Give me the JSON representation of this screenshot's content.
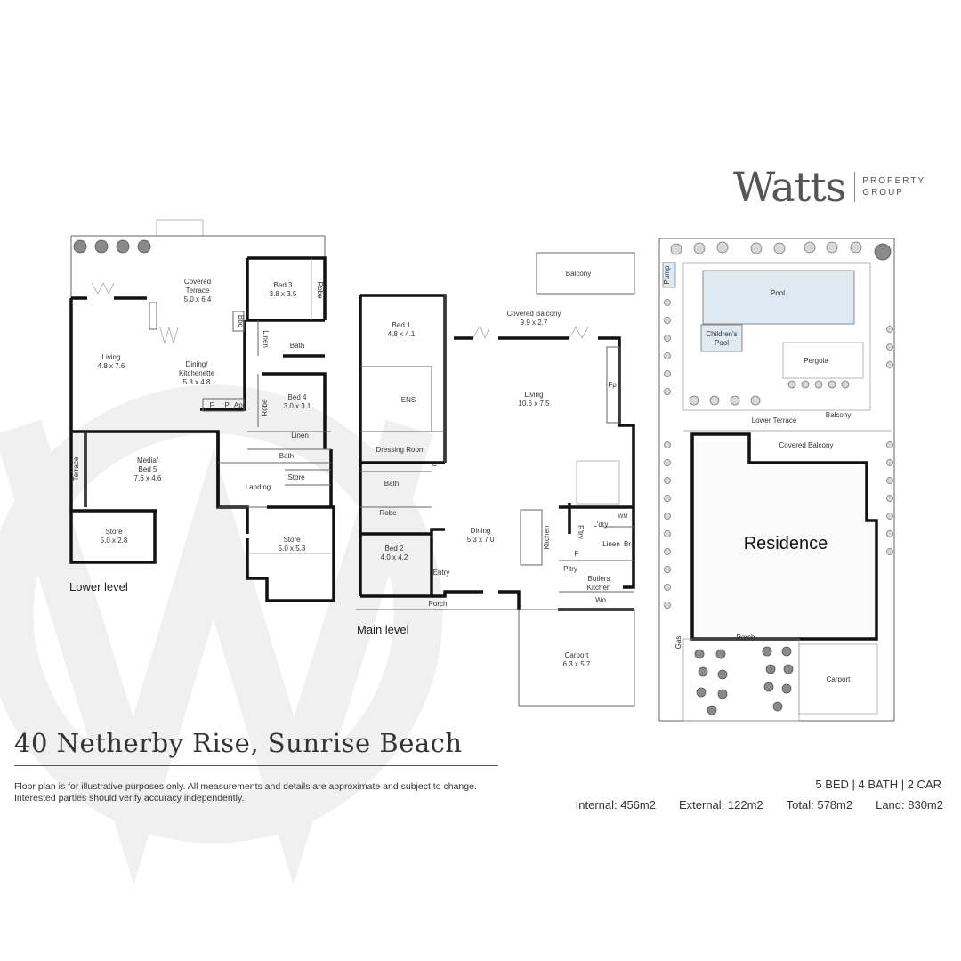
{
  "brand": {
    "name": "Watts",
    "sub_line1": "PROPERTY",
    "sub_line2": "GROUP"
  },
  "title": "40 Netherby Rise, Sunrise Beach",
  "disclaimer": {
    "line1": "Floor plan is for illustrative purposes only. All measurements and details are approximate and subject to change.",
    "line2": "Interested parties should verify accuracy independently."
  },
  "summary": "5 BED | 4  BATH | 2 CAR",
  "areas": {
    "internal": "Internal: 456m2",
    "external": "External: 122m2",
    "total": "Total: 578m2",
    "land": "Land: 830m2"
  },
  "levels": {
    "lower_label": "Lower level",
    "main_label": "Main level"
  },
  "lower_rooms": {
    "covered_terrace": [
      "Covered",
      "Terrace",
      "5.0 x 6.4"
    ],
    "bed3": [
      "Bed 3",
      "3.8 x 3.5"
    ],
    "robe_a": "Robe",
    "bbq": "Bbq",
    "linen_a": "Linen",
    "bath_a": "Bath",
    "living": [
      "Living",
      "4.8 x 7.6"
    ],
    "dining_kitchenette": [
      "Dining/",
      "Kitchenette",
      "5.3 x 4.8"
    ],
    "f": "F",
    "p": "P",
    "app": "App",
    "robe_b": "Robe",
    "bed4": [
      "Bed 4",
      "3.0 x 3.1"
    ],
    "linen_b": "Linen",
    "bath_b": "Bath",
    "terrace": "Terrace",
    "media_bed5": [
      "Media/",
      "Bed 5",
      "7.6 x 4.6"
    ],
    "store_a": "Store",
    "landing": "Landing",
    "store_b": [
      "Store",
      "5.0 x 2.8"
    ],
    "store_c": [
      "Store",
      "5.0 x 5.3"
    ]
  },
  "main_rooms": {
    "balcony": "Balcony",
    "covered_balcony": [
      "Covered Balcony",
      "9.9 x 2.7"
    ],
    "bed1": [
      "Bed 1",
      "4.8 x 4.1"
    ],
    "ens": "ENS",
    "living": [
      "Living",
      "10.6 x 7.5"
    ],
    "fp": "Fp",
    "dressing": "Dressing Room",
    "c": "C",
    "bath": "Bath",
    "robe": "Robe",
    "bed2": [
      "Bed 2",
      "4.0 x 4.2"
    ],
    "dining": [
      "Dining",
      "5.3 x 7.0"
    ],
    "kitchen": "Kitchen",
    "pty_a": "P'try",
    "ldry": "L'dry",
    "wm": "WM",
    "linen": "Linen",
    "br": "Br",
    "f": "F",
    "pty_b": "P'try",
    "butlers": [
      "Butlers",
      "Kitchen"
    ],
    "wo": "Wo",
    "entry": "Entry",
    "porch": "Porch",
    "carport": [
      "Carport",
      "6.3 x 5.7"
    ]
  },
  "site": {
    "pump": "Pump",
    "pool": "Pool",
    "childrens_pool": [
      "Children's",
      "Pool"
    ],
    "pergola": "Pergola",
    "lower_terrace": "Lower Terrace",
    "balcony": "Balcony",
    "covered_balcony": "Covered Balcony",
    "residence": "Residence",
    "porch": "Porch",
    "gas": "Gas",
    "carport": "Carport"
  }
}
